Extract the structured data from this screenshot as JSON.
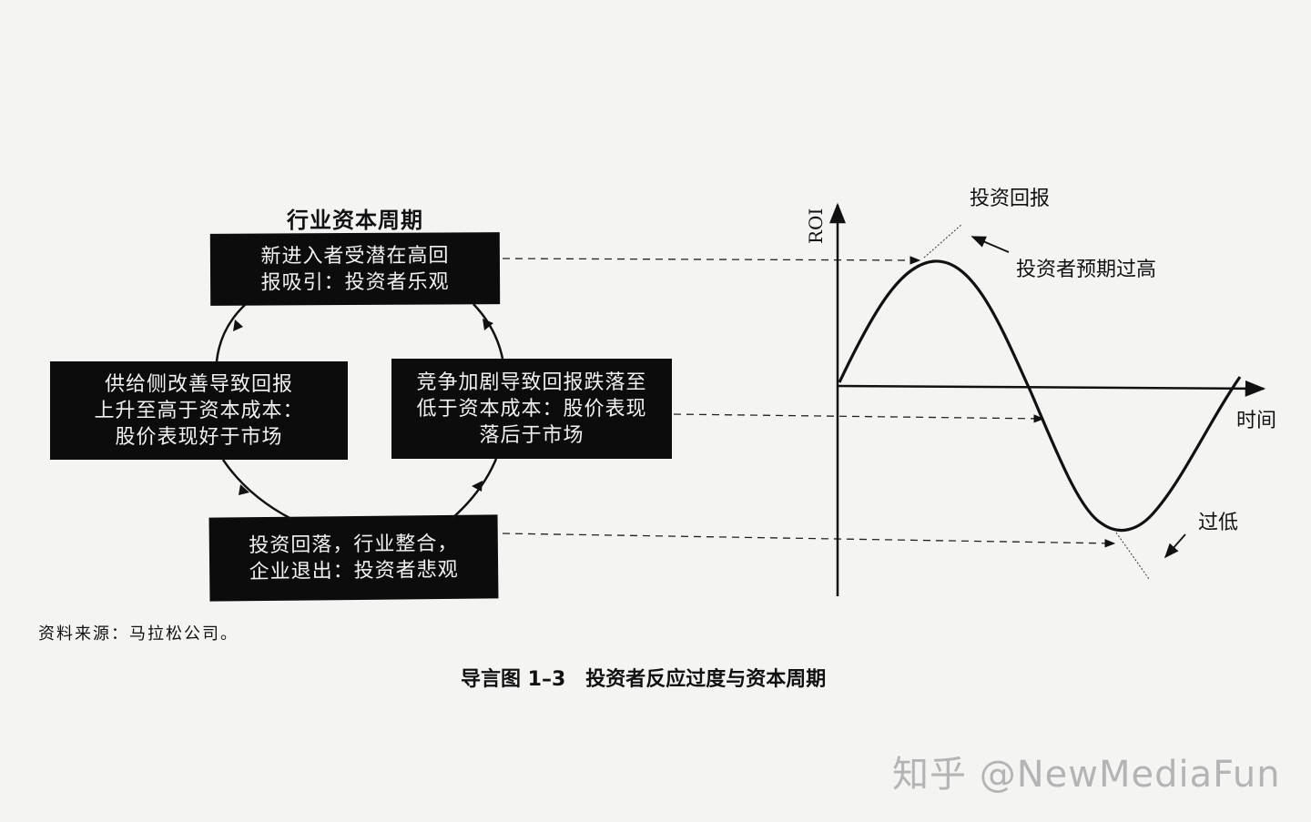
{
  "cycle": {
    "title": "行业资本周期",
    "boxes": {
      "top": [
        "新进入者受潜在高回",
        "报吸引：投资者乐观"
      ],
      "right": [
        "竞争加剧导致回报跌落至",
        "低于资本成本：股价表现",
        "落后于市场"
      ],
      "bottom": [
        "投资回落，行业整合，",
        "企业退出：投资者悲观"
      ],
      "left": [
        "供给侧改善导致回报",
        "上升至高于资本成本：",
        "股价表现好于市场"
      ]
    },
    "direction": "clockwise"
  },
  "chart": {
    "y_axis_label": "ROI",
    "x_axis_label": "时间",
    "curve_label": "投资回报",
    "annotation_high": "投资者预期过高",
    "annotation_low": "过低"
  },
  "source_note": "资料来源：马拉松公司。",
  "caption": "导言图 1–3　投资者反应过度与资本周期",
  "watermark": "知乎 @NewMediaFun",
  "colors": {
    "background": "#f4f4f2",
    "box_fill": "#0c0c0c",
    "box_text": "#f2f2f2",
    "line": "#111111",
    "watermark": "#b4b4b4"
  }
}
